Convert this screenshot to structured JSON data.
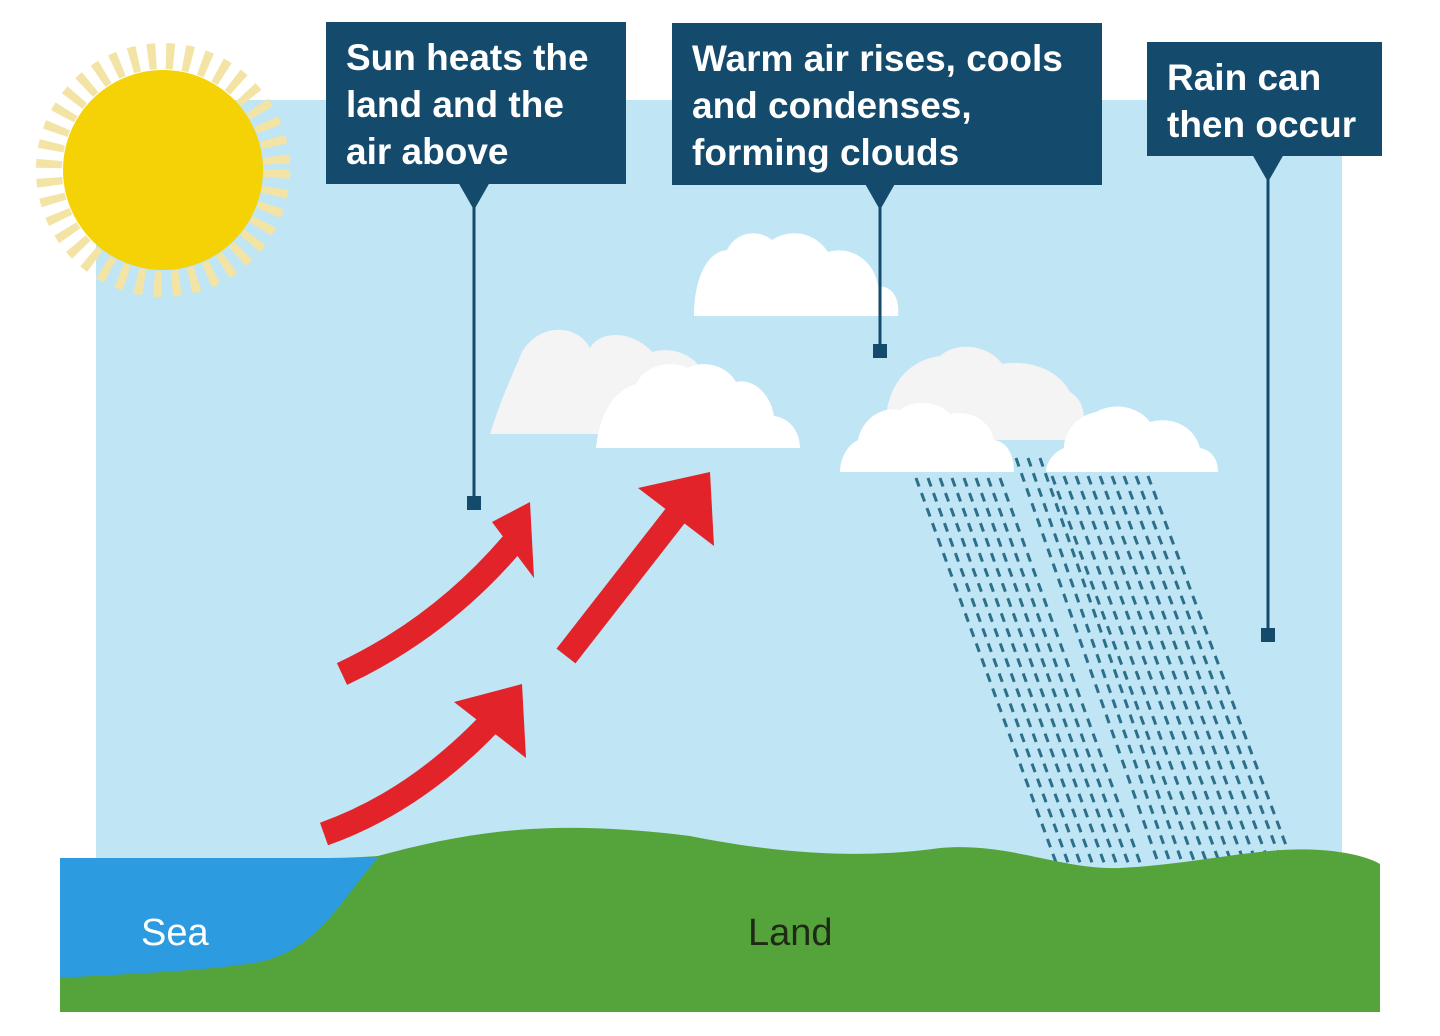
{
  "callouts": [
    {
      "lines": [
        "Sun heats the",
        "land and the",
        "air above"
      ]
    },
    {
      "lines": [
        "Warm air rises, cools",
        "and condenses,",
        "forming clouds"
      ]
    },
    {
      "lines": [
        "Rain can",
        "then occur"
      ]
    }
  ],
  "labels": {
    "sea": "Sea",
    "land": "Land"
  },
  "colors": {
    "sky": "#c0e5f4",
    "sun": "#f4d206",
    "sun_rays": "#f3e4a6",
    "callout_bg": "#144a6b",
    "cloud": "#ffffff",
    "arrow": "#e22329",
    "rain": "#2d6f8a",
    "land": "#55a43b",
    "sea": "#2c9be0"
  },
  "icons": [
    "sun-icon",
    "cloud-icon",
    "arrow-icon",
    "rain-icon"
  ]
}
